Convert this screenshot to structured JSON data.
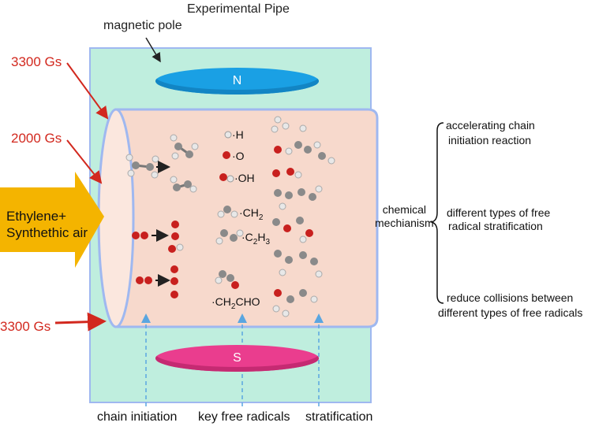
{
  "title": "Experimental Pipe",
  "magnetic_pole_label": "magnetic pole",
  "field_strengths": [
    "3300 Gs",
    "2000 Gs",
    "3300 Gs"
  ],
  "magnets": {
    "north": "N",
    "south": "S"
  },
  "inlet": {
    "line1": "Ethylene+",
    "line2": "Synthethic air"
  },
  "radicals": {
    "h": "·H",
    "o": "·O",
    "oh": "·OH",
    "ch2_main": "·CH",
    "ch2_sub": "2",
    "c2h3_main": "·C",
    "c2h3_sub1": "2",
    "c2h3_mid": "H",
    "c2h3_sub2": "3",
    "ch2cho_main": "·CH",
    "ch2cho_sub": "2",
    "ch2cho_end": "CHO"
  },
  "stages": [
    "chain initiation",
    "key free radicals",
    "stratification"
  ],
  "mechanism": {
    "label_line1": "chemical",
    "label_line2": "mechianism",
    "items": [
      {
        "line1": "accelerating chain",
        "line2": "initiation reaction"
      },
      {
        "line1": "different types of free",
        "line2": "radical stratification"
      },
      {
        "line1": "reduce collisions between",
        "line2": "different types of free radicals"
      }
    ]
  },
  "colors": {
    "box": "#bfeede",
    "pipe": "#f7d9cc",
    "north_magnet": "#1aa0e4",
    "south_magnet": "#ea3d8e",
    "inlet_arrow": "#f4b400",
    "field_label": "#d2281e",
    "oxygen_atom": "#c8201e",
    "carbon_atom": "#8a8a8a",
    "hydrogen_atom": "#e8e8e8"
  }
}
